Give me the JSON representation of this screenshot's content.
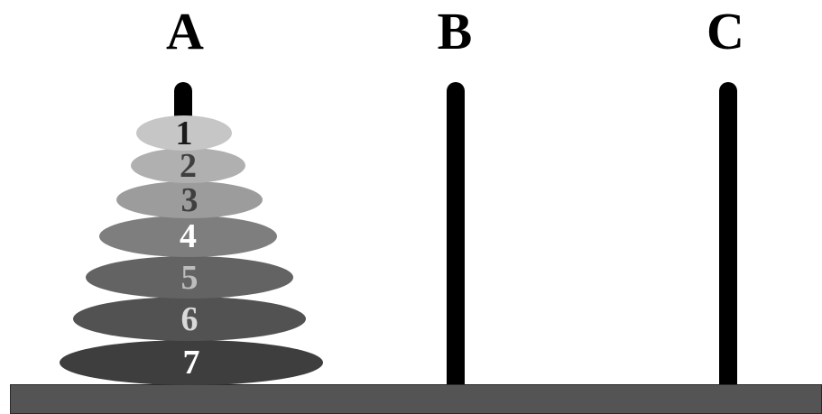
{
  "pegs": [
    {
      "label": "A"
    },
    {
      "label": "B"
    },
    {
      "label": "C"
    }
  ],
  "disks": [
    {
      "label": "1",
      "fill": "#c6c6c6",
      "text_color": "#1a1a1a"
    },
    {
      "label": "2",
      "fill": "#b0b0b0",
      "text_color": "#3f3f3f"
    },
    {
      "label": "3",
      "fill": "#9c9c9c",
      "text_color": "#3f3f3f"
    },
    {
      "label": "4",
      "fill": "#7e7e7e",
      "text_color": "#ffffff"
    },
    {
      "label": "5",
      "fill": "#636363",
      "text_color": "#bdbdbd"
    },
    {
      "label": "6",
      "fill": "#525252",
      "text_color": "#d9d9d9"
    },
    {
      "label": "7",
      "fill": "#3e3e3e",
      "text_color": "#ffffff"
    }
  ],
  "colors": {
    "peg": "#000000",
    "base": "#545454",
    "background": "#ffffff"
  }
}
